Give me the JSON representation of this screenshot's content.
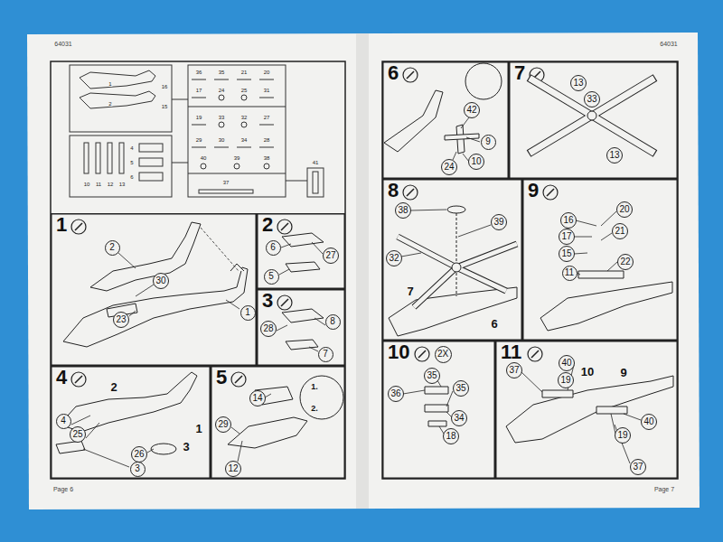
{
  "diagram": {
    "nodes": [
      {
        "text": [
          "1"
        ]
      },
      {
        "text": [
          "2"
        ],
        "in": 0
      },
      {
        "text": [
          "30"
        ],
        "in": 0
      },
      {
        "text": [
          "23"
        ],
        "in": 0
      },
      {
        "text": [
          "1"
        ],
        "in": 0
      },
      {
        "text": [
          "2"
        ]
      },
      {
        "text": [
          "6"
        ],
        "in": 5
      },
      {
        "text": [
          "27"
        ],
        "in": 5
      },
      {
        "text": [
          "5"
        ],
        "in": 5
      },
      {
        "text": [
          "3"
        ]
      },
      {
        "text": [
          "8"
        ],
        "in": 9
      },
      {
        "text": [
          "28"
        ],
        "in": 9
      },
      {
        "text": [
          "7"
        ],
        "in": 9
      },
      {
        "text": [
          "4"
        ]
      },
      {
        "text": [
          "4"
        ],
        "in": 13
      },
      {
        "text": [
          "25"
        ],
        "in": 13
      },
      {
        "text": [
          "26"
        ],
        "in": 13
      },
      {
        "text": [
          "3"
        ],
        "in": 13
      },
      {
        "text": [
          "5"
        ]
      },
      {
        "text": [
          "14"
        ],
        "in": 18
      },
      {
        "text": [
          "29"
        ],
        "in": 18
      },
      {
        "text": [
          "12"
        ],
        "in": 18
      },
      {
        "text": [
          "6"
        ]
      },
      {
        "text": [
          "42"
        ],
        "in": 22
      },
      {
        "text": [
          "9"
        ],
        "in": 22
      },
      {
        "text": [
          "10"
        ],
        "in": 22
      },
      {
        "text": [
          "24"
        ],
        "in": 22
      },
      {
        "text": [
          "7"
        ]
      },
      {
        "text": [
          "13"
        ],
        "in": 27
      },
      {
        "text": [
          "33"
        ],
        "in": 27
      },
      {
        "text": [
          "13"
        ],
        "in": 27
      },
      {
        "text": [
          "8"
        ]
      },
      {
        "text": [
          "38"
        ],
        "in": 31
      },
      {
        "text": [
          "39"
        ],
        "in": 31
      },
      {
        "text": [
          "32"
        ],
        "in": 31
      },
      {
        "text": [
          "9"
        ]
      },
      {
        "text": [
          "16"
        ],
        "in": 35
      },
      {
        "text": [
          "20"
        ],
        "in": 35
      },
      {
        "text": [
          "17"
        ],
        "in": 35
      },
      {
        "text": [
          "21"
        ],
        "in": 35
      },
      {
        "text": [
          "15"
        ],
        "in": 35
      },
      {
        "text": [
          "22"
        ],
        "in": 35
      },
      {
        "text": [
          "11"
        ],
        "in": 35
      },
      {
        "text": [
          "10"
        ]
      },
      {
        "text": [
          "2X"
        ],
        "in": 43
      },
      {
        "text": [
          "36"
        ],
        "in": 43
      },
      {
        "text": [
          "35"
        ],
        "in": 43
      },
      {
        "text": [
          "35"
        ],
        "in": 43
      },
      {
        "text": [
          "34"
        ],
        "in": 43
      },
      {
        "text": [
          "18"
        ],
        "in": 43
      },
      {
        "text": [
          "11"
        ]
      },
      {
        "text": [
          "37"
        ],
        "in": 50
      },
      {
        "text": [
          "40"
        ],
        "in": 50
      },
      {
        "text": [
          "19"
        ],
        "in": 50
      },
      {
        "text": [
          "40"
        ],
        "in": 50
      },
      {
        "text": [
          "19"
        ],
        "in": 50
      },
      {
        "text": [
          "37"
        ],
        "in": 50
      }
    ],
    "labels": [
      "64031",
      "64031",
      "Page 6",
      "Page 7",
      "1",
      "2",
      "16",
      "15",
      "10",
      "11",
      "12",
      "13",
      "4",
      "5",
      "6",
      "36",
      "35",
      "21",
      "20",
      "17",
      "24",
      "25",
      "31",
      "19",
      "33",
      "32",
      "27",
      "29",
      "30",
      "34",
      "28",
      "40",
      "39",
      "38",
      "37",
      "41",
      "2",
      "3",
      "1",
      "1.",
      "2.",
      "7",
      "6",
      "10",
      "9"
    ]
  }
}
